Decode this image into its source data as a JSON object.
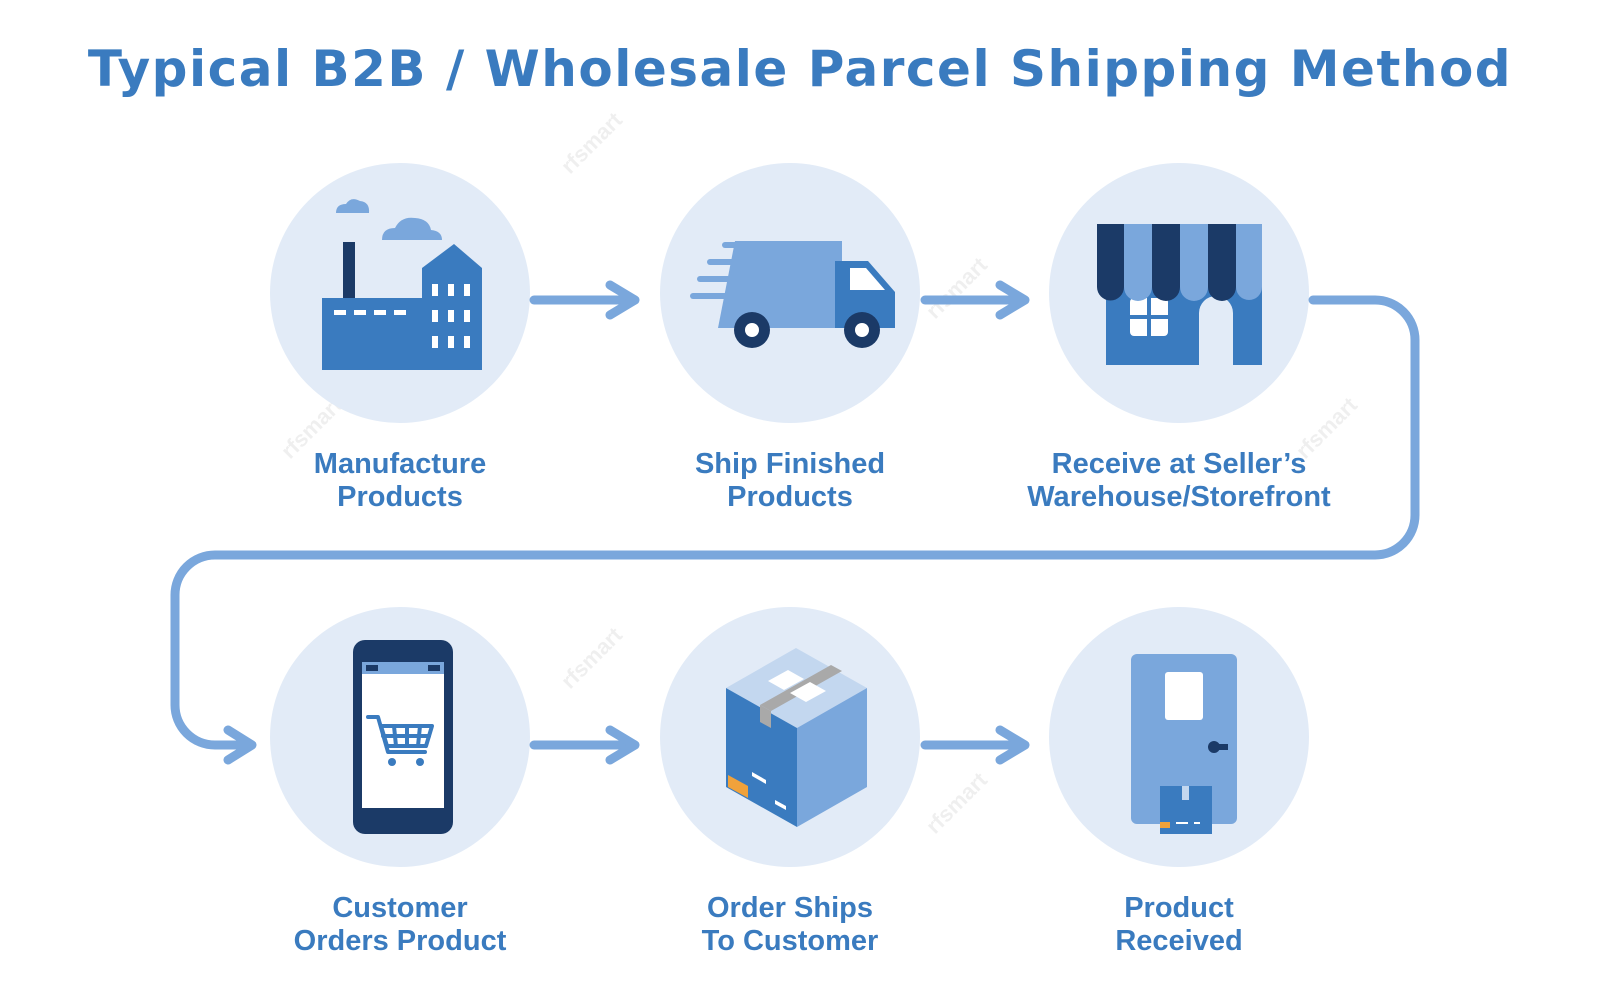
{
  "title": "Typical B2B / Wholesale Parcel Shipping Method",
  "watermark": "rfsmart",
  "colors": {
    "title": "#3a7bbf",
    "circle": "#e2ebf7",
    "primary": "#3a7bbf",
    "light": "#7aa7dc",
    "dark": "#1b3a67",
    "connector": "#7aa7dc",
    "accent": "#f0a23b"
  },
  "steps": [
    {
      "id": "manufacture",
      "icon": "factory-icon",
      "lines": [
        "Manufacture",
        "Products"
      ]
    },
    {
      "id": "ship",
      "icon": "delivery-truck-icon",
      "lines": [
        "Ship Finished",
        "Products"
      ]
    },
    {
      "id": "receive",
      "icon": "storefront-icon",
      "lines": [
        "Receive at Seller’s",
        "Warehouse/Storefront"
      ]
    },
    {
      "id": "order",
      "icon": "smartphone-cart-icon",
      "lines": [
        "Customer",
        "Orders Product"
      ]
    },
    {
      "id": "ships-customer",
      "icon": "shipping-box-icon",
      "lines": [
        "Order Ships",
        "To Customer"
      ]
    },
    {
      "id": "received",
      "icon": "door-package-icon",
      "lines": [
        "Product",
        "Received"
      ]
    }
  ]
}
